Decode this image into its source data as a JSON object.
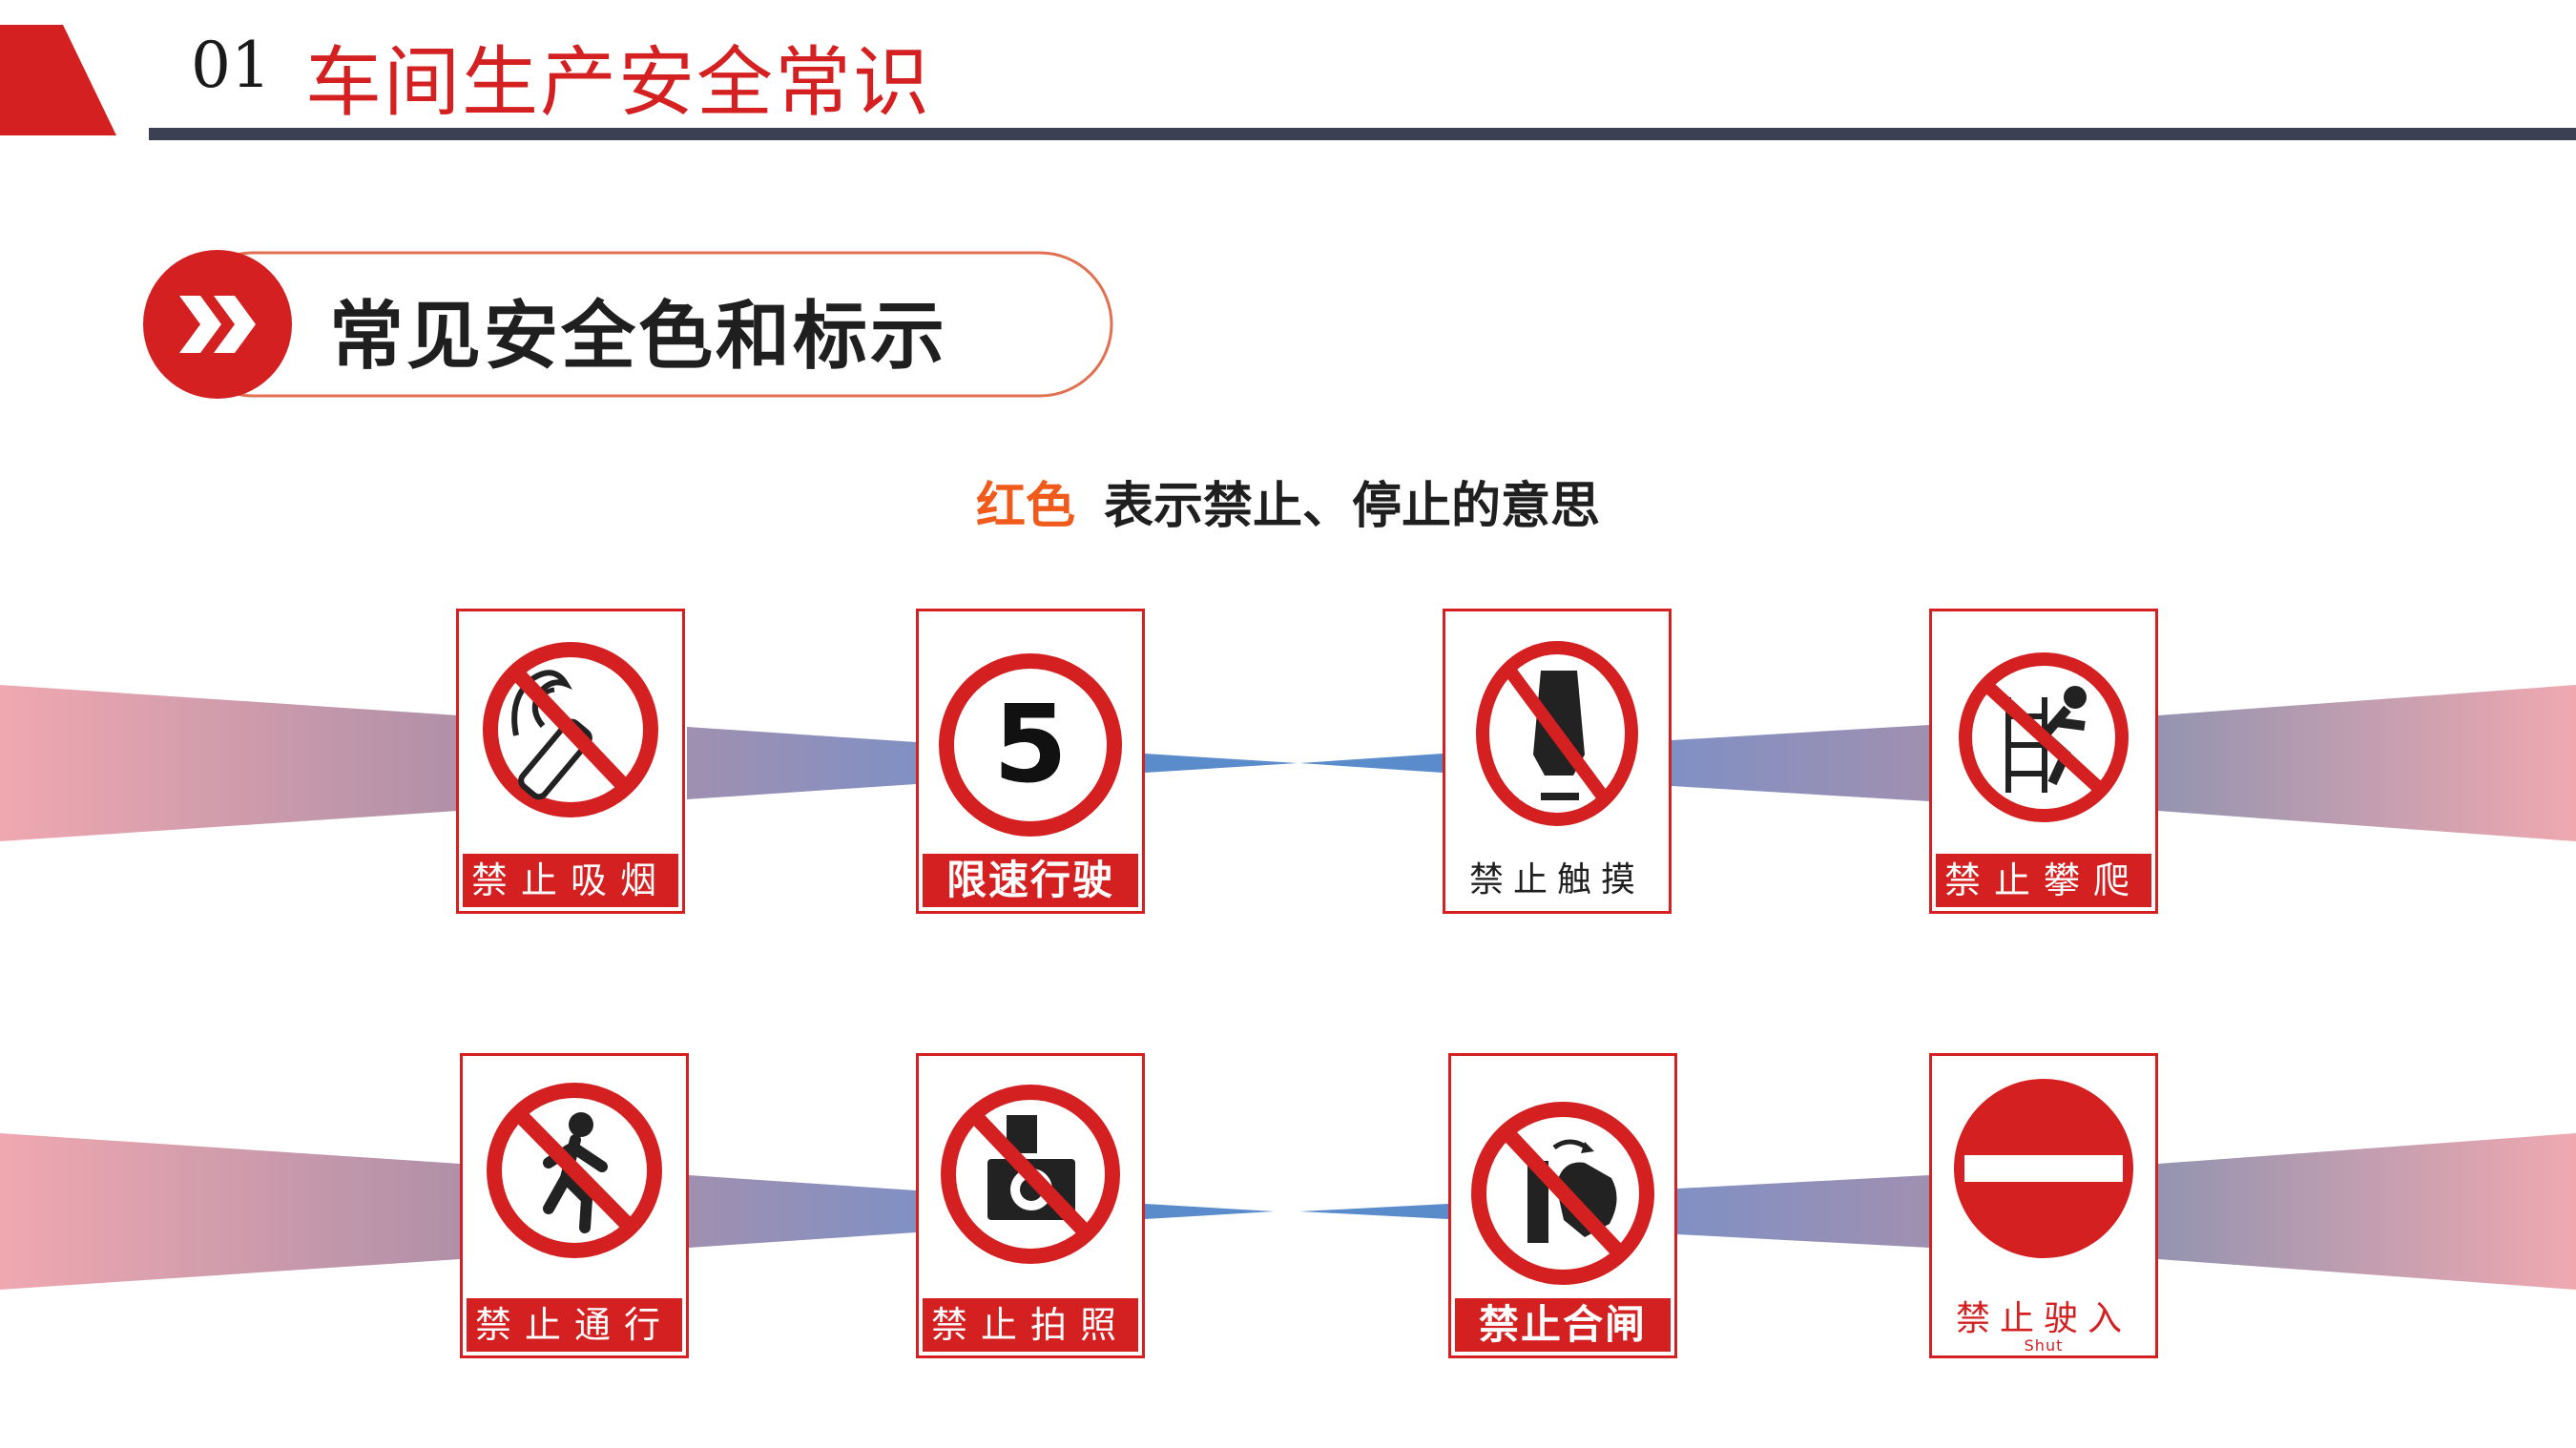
{
  "header": {
    "section_number": "01",
    "section_title": "车间生产安全常识"
  },
  "banner": {
    "title": "常见安全色和标示"
  },
  "subtitle": {
    "highlight": "红色",
    "text": "表示禁止、停止的意思"
  },
  "colors": {
    "accent_red": "#d42020",
    "highlight_orange": "#f05a1a",
    "rule_dark": "#3b4152",
    "connector_blue": "#5a8ccc",
    "band_pink": "#f0a0a8"
  },
  "signs_row1": [
    {
      "icon": "no-smoking-icon",
      "caption": "禁止吸烟"
    },
    {
      "icon": "speed-limit-5-icon",
      "caption": "限速行驶",
      "speed": "5"
    },
    {
      "icon": "no-touch-icon",
      "caption": "禁止触摸"
    },
    {
      "icon": "no-climbing-icon",
      "caption": "禁止攀爬"
    }
  ],
  "signs_row2": [
    {
      "icon": "no-passage-icon",
      "caption": "禁止通行"
    },
    {
      "icon": "no-photography-icon",
      "caption": "禁止拍照"
    },
    {
      "icon": "no-switch-on-icon",
      "caption": "禁止合闸"
    },
    {
      "icon": "no-entry-icon",
      "caption": "禁止驶入",
      "sub": "Shut"
    }
  ]
}
